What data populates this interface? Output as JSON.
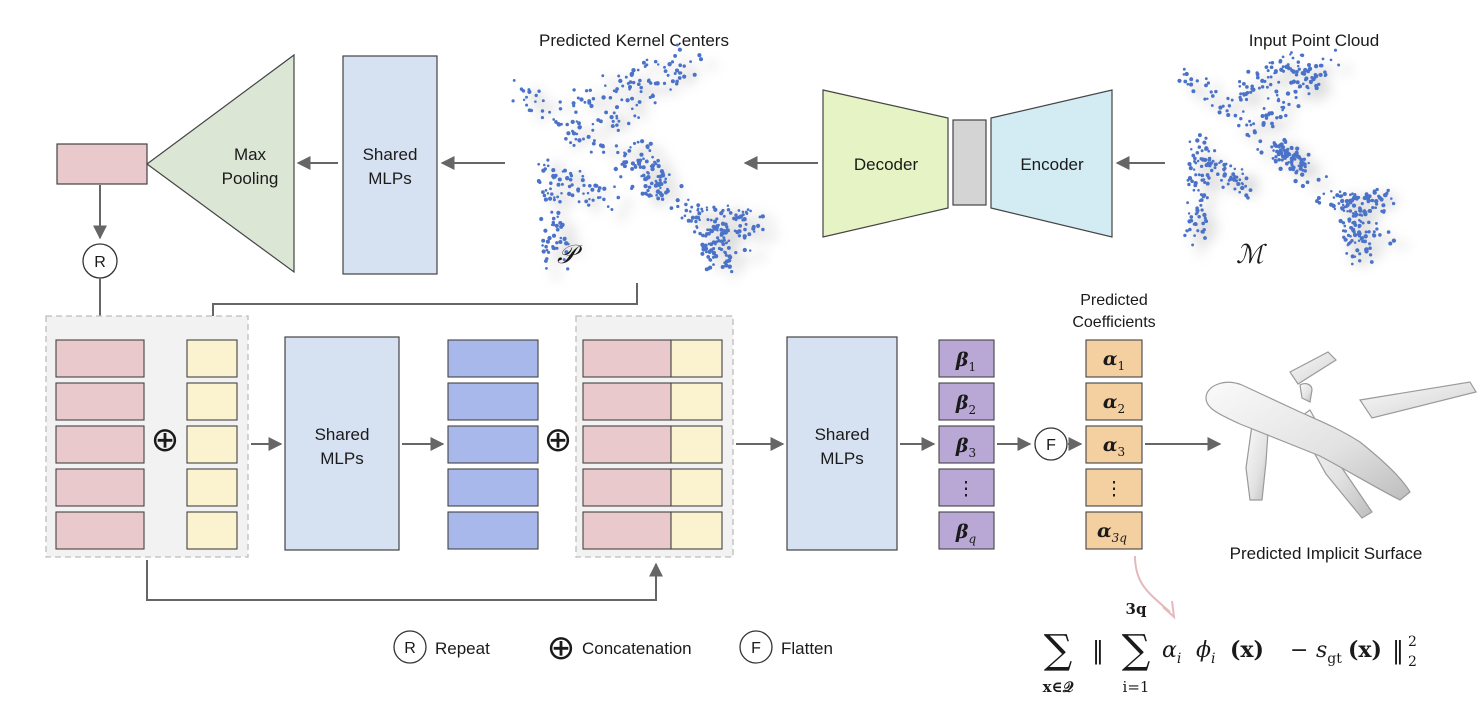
{
  "titles": {
    "kernel_centers": "Predicted Kernel Centers",
    "input_cloud": "Input Point Cloud",
    "coefficients_line1": "Predicted",
    "coefficients_line2": "Coefficients",
    "implicit_surface": "Predicted Implicit Surface"
  },
  "blocks": {
    "max_pooling_line1": "Max",
    "max_pooling_line2": "Pooling",
    "shared_mlps_line1": "Shared",
    "shared_mlps_line2": "MLPs",
    "decoder": "Decoder",
    "encoder": "Encoder"
  },
  "symbols": {
    "kernel_set": "𝒫",
    "input_set": "ℳ",
    "repeat": "R",
    "flatten": "F",
    "concat": "⊕"
  },
  "betas": [
    {
      "base": "β",
      "sub": "1"
    },
    {
      "base": "β",
      "sub": "2"
    },
    {
      "base": "β",
      "sub": "3"
    },
    {
      "base": "⋮",
      "sub": ""
    },
    {
      "base": "β",
      "sub": "q"
    }
  ],
  "alphas": [
    {
      "base": "α",
      "sub": "1"
    },
    {
      "base": "α",
      "sub": "2"
    },
    {
      "base": "α",
      "sub": "3"
    },
    {
      "base": "⋮",
      "sub": ""
    },
    {
      "base": "α",
      "sub": "3q"
    }
  ],
  "legend": {
    "repeat": "Repeat",
    "concatenation": "Concatenation",
    "flatten": "Flatten"
  },
  "loss": {
    "sum": "∑",
    "sum_under": "x∈𝒬",
    "norm_open": "‖",
    "inner_sum": "∑",
    "inner_top": "3q",
    "inner_bottom": "i=1",
    "alpha": "α",
    "alpha_sub": "i",
    "phi": "ϕ",
    "phi_sub": "i",
    "arg": "(x)",
    "minus": "−",
    "s": "s",
    "s_sub": "gt",
    "arg2": "(x)",
    "norm_close": "‖",
    "exp": "2",
    "sub2": "2"
  },
  "colors": {
    "pink": "#e9c9cb",
    "yellow": "#fbf2cf",
    "blue_feat": "#a9b8ea",
    "mlp": "#d6e1f1",
    "purple": "#b9a8d6",
    "orange": "#f4cfa0",
    "pool": "#dce6d5",
    "decoder": "#e6f3c4",
    "encoder": "#d3ecf3",
    "bottleneck": "#d4d4d4",
    "arrow": "#666666",
    "points": "#4a72c8"
  }
}
